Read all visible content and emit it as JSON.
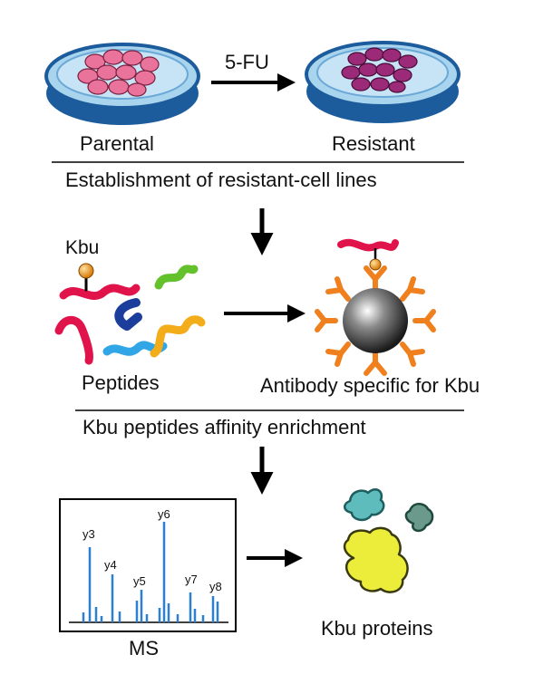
{
  "step1": {
    "arrow_label": "5-FU",
    "left_label": "Parental",
    "right_label": "Resistant",
    "caption": "Establishment of resistant-cell lines"
  },
  "step2": {
    "modification_label": "Kbu",
    "peptides_label": "Peptides",
    "antibody_label": "Antibody specific for Kbu",
    "caption": "Kbu peptides affinity enrichment"
  },
  "step3": {
    "ms_label": "MS",
    "peak_labels": [
      "y3",
      "y4",
      "y5",
      "y6",
      "y7",
      "y8"
    ],
    "proteins_label": "Kbu proteins"
  },
  "colors": {
    "dish_fill": "#a9d4ee",
    "dish_rim": "#1c5c9c",
    "parental_cells": "#e9739a",
    "resistant_cells": "#9b2b78",
    "kbu_ball": "#f09a1f",
    "antibody": "#f0801e",
    "bead": "#5a5a5a",
    "ms_peaks": "#2d7fd0",
    "protein_teal": "#5fbcbc",
    "protein_green": "#6b9a8c",
    "protein_yellow": "#eced3a"
  }
}
